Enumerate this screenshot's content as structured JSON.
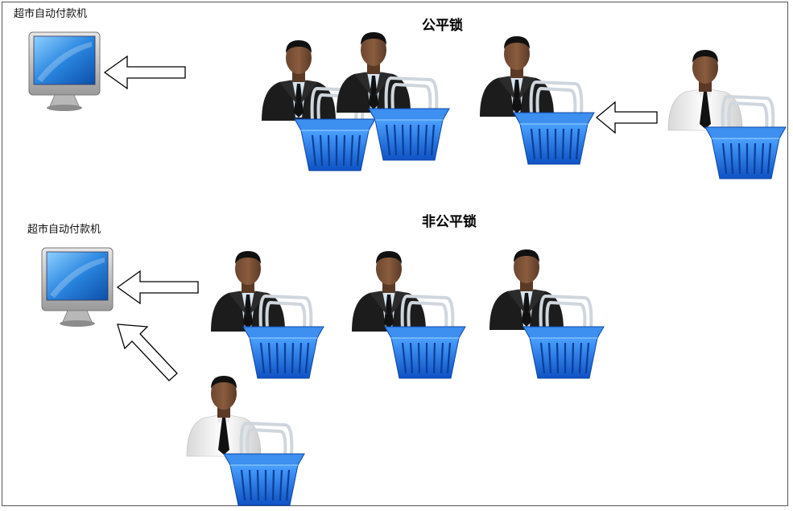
{
  "fair": {
    "title": "公平锁",
    "machine_label": "超市自动付款机"
  },
  "unfair": {
    "title": "非公平锁",
    "machine_label": "超市自动付款机"
  },
  "icons": {
    "computer": "computer-monitor-icon",
    "customer_suit": "businessman-icon",
    "customer_shirt": "white-shirt-man-icon",
    "basket": "shopping-basket-icon",
    "arrow": "outline-arrow-icon"
  },
  "colors": {
    "basket": "#1e6fe0",
    "suit": "#1a1a1a",
    "shirt": "#f2f2f2",
    "screen": "#2a7fd6"
  }
}
